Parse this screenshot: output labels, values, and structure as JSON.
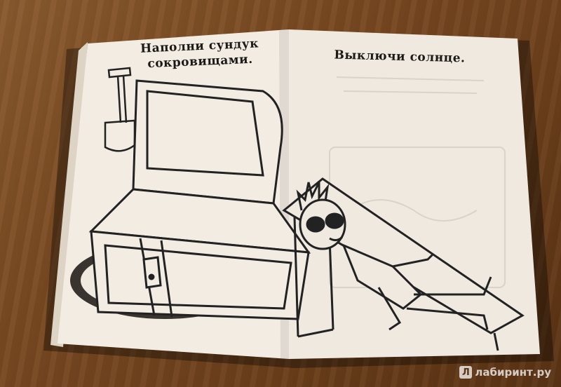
{
  "left_page": {
    "title_line1": "Наполни сундук",
    "title_line2": "сокровищами."
  },
  "right_page": {
    "title": "Выключи солнце."
  },
  "watermark": {
    "text": "лабиринт.ру",
    "logo_glyph": "Л"
  },
  "colors": {
    "table_wood": "#7a4a22",
    "paper": "#f2ece3",
    "ink": "#1c1a16"
  }
}
